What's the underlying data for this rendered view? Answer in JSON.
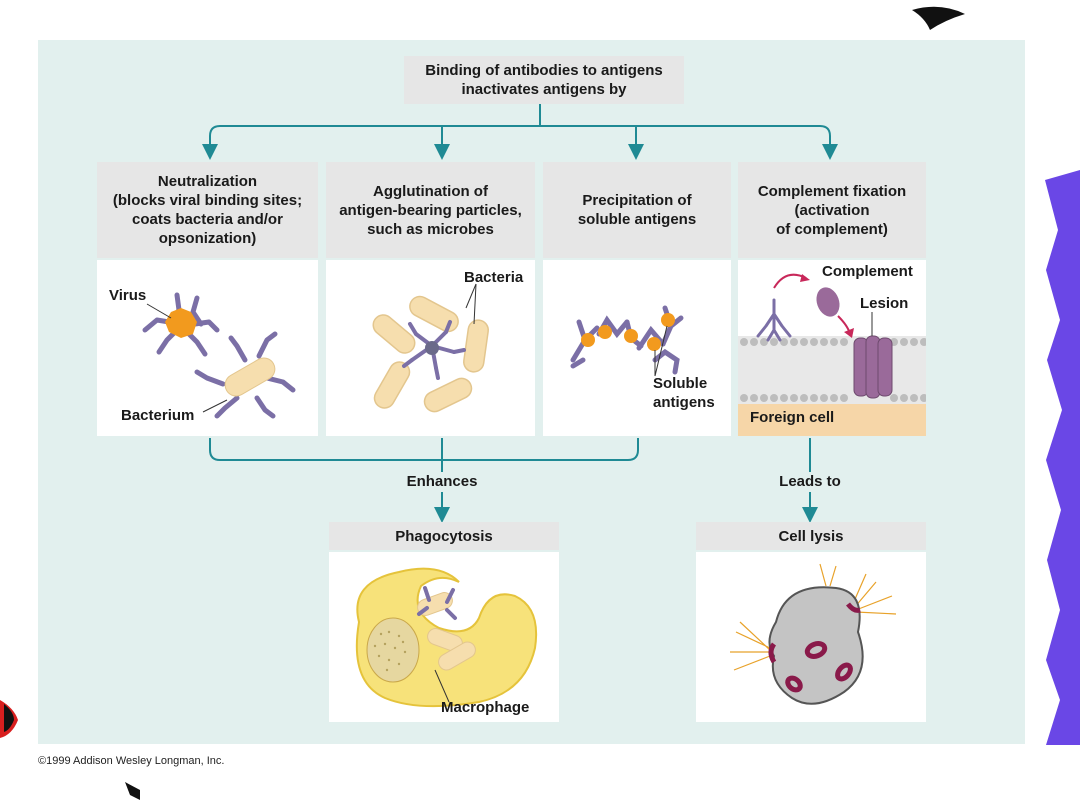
{
  "top_box": "Binding of antibodies to antigens\ninactivates antigens by",
  "mechanisms": [
    {
      "title": "Neutralization\n(blocks viral binding sites;\ncoats bacteria and/or\nopsonization)",
      "labels": [
        "Virus",
        "Bacterium"
      ]
    },
    {
      "title": "Agglutination of\nantigen-bearing particles,\nsuch as microbes",
      "labels": [
        "Bacteria"
      ]
    },
    {
      "title": "Precipitation of\nsoluble antigens",
      "labels": [
        "Soluble\nantigens"
      ]
    },
    {
      "title": "Complement fixation\n(activation\nof complement)",
      "labels": [
        "Complement",
        "Lesion",
        "Foreign cell"
      ]
    }
  ],
  "enhances_label": "Enhances",
  "leads_to_label": "Leads to",
  "phagocytosis": {
    "title": "Phagocytosis",
    "label": "Macrophage"
  },
  "cell_lysis": {
    "title": "Cell lysis"
  },
  "copyright": "©1999 Addison Wesley Longman, Inc.",
  "colors": {
    "arrow": "#1f8a94",
    "antibody": "#7b6fa6",
    "bacteria": "#f6deae",
    "antigen": "#f29a1e",
    "complement": "#9a6a9a",
    "macrophage": "#f7e27a"
  }
}
